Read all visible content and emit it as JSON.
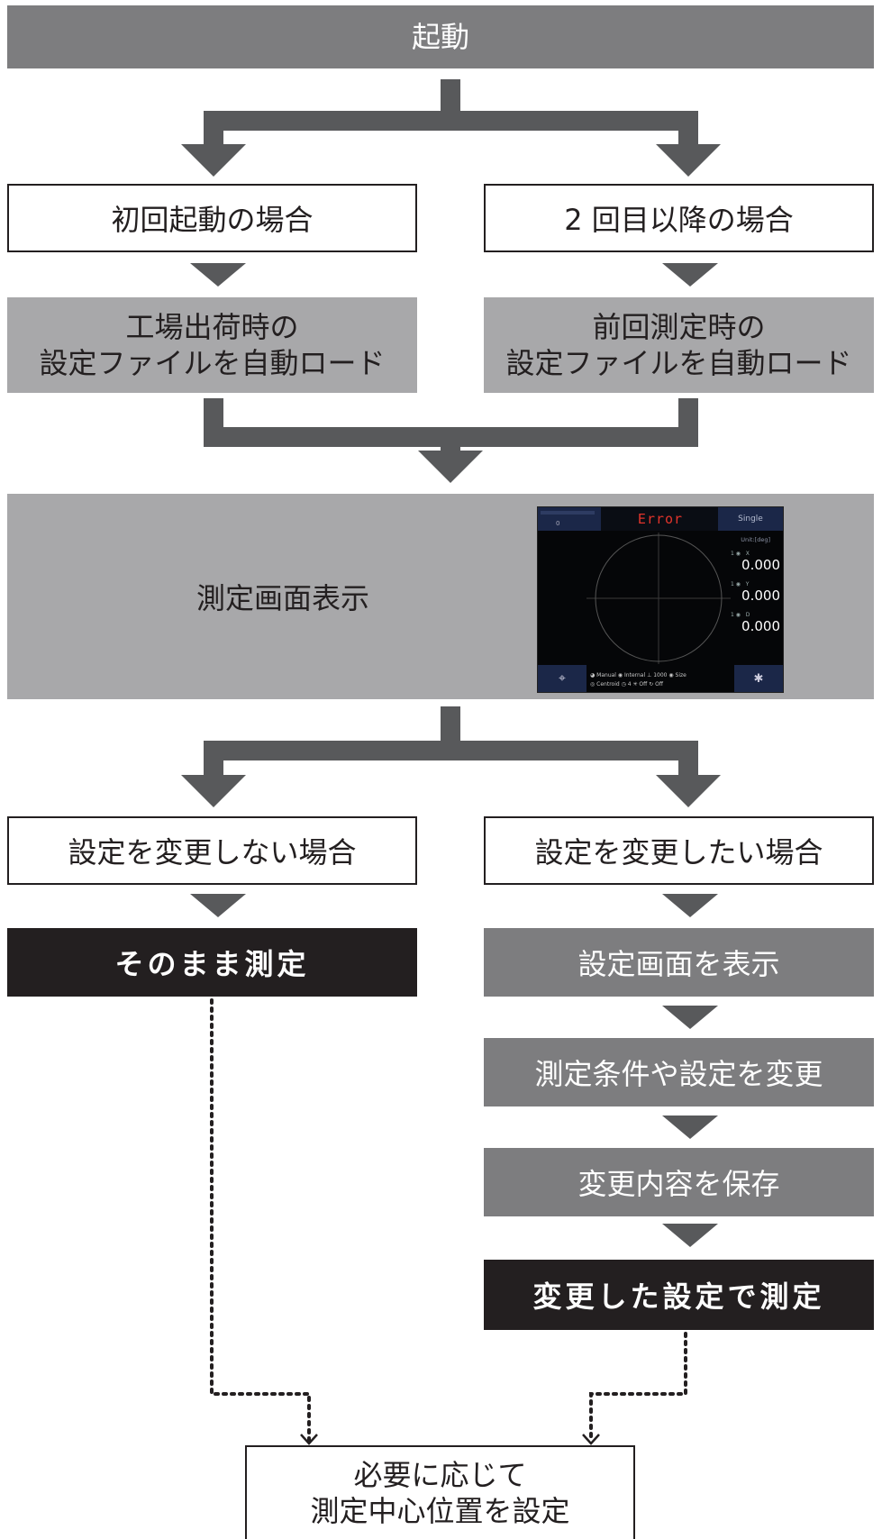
{
  "start": {
    "label": "起動"
  },
  "branch1": {
    "left": {
      "label": "初回起動の場合",
      "action": "工場出荷時の\n設定ファイルを自動ロード"
    },
    "right": {
      "label": "2 回目以降の場合",
      "action": "前回測定時の\n設定ファイルを自動ロード"
    }
  },
  "measure_screen": {
    "label": "測定画面表示"
  },
  "screen": {
    "title": "Error",
    "mode": "Single",
    "counter": "0",
    "unit": "Unit:[deg]",
    "values": [
      {
        "axis": "X",
        "value": "0.000"
      },
      {
        "axis": "Y",
        "value": "0.000"
      },
      {
        "axis": "D",
        "value": "0.000"
      }
    ],
    "channel_marker": "1",
    "status_row1": [
      "Manual",
      "Internal",
      "1000",
      "Size"
    ],
    "status_row2": [
      "Centroid",
      "4",
      "Off",
      "Off"
    ],
    "left_button_icon": "crosshair-icon",
    "right_button_icon": "gear-icon"
  },
  "branch2": {
    "left": {
      "label": "設定を変更しない場合",
      "action": "そのまま測定"
    },
    "right": {
      "label": "設定を変更したい場合",
      "steps": [
        "設定画面を表示",
        "測定条件や設定を変更",
        "変更内容を保存"
      ],
      "action": "変更した設定で測定"
    }
  },
  "end": {
    "label": "必要に応じて\n測定中心位置を設定"
  }
}
